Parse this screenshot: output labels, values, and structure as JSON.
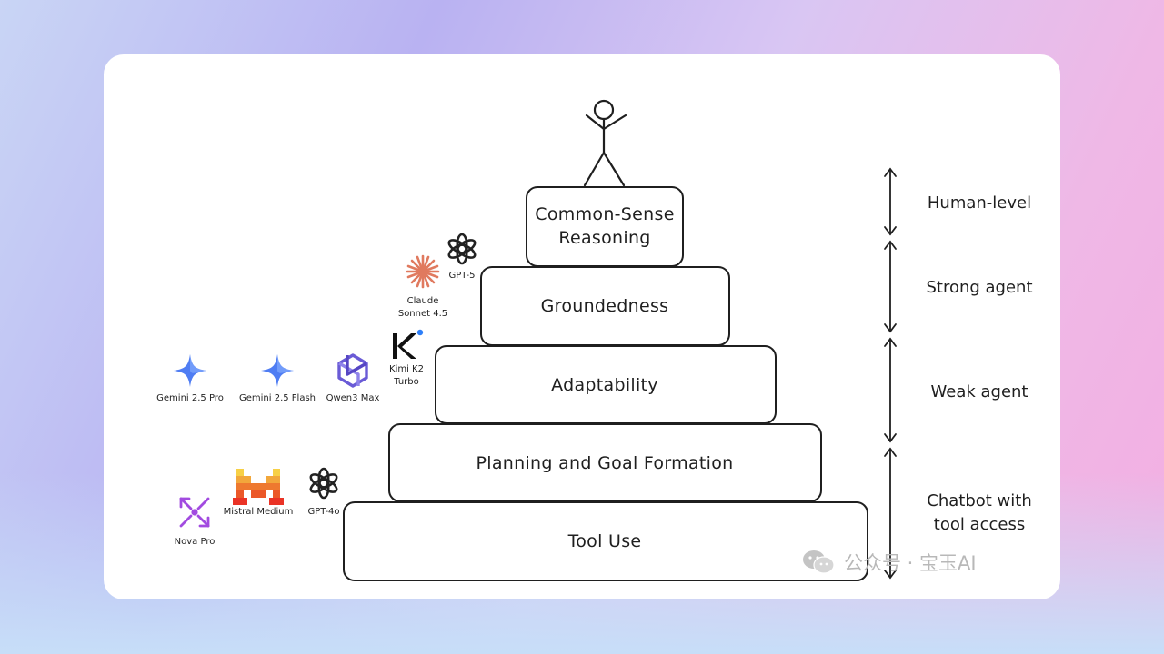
{
  "tiers": [
    {
      "lines": [
        "Common-Sense",
        "Reasoning"
      ]
    },
    {
      "lines": [
        "Groundedness"
      ]
    },
    {
      "lines": [
        "Adaptability"
      ]
    },
    {
      "lines": [
        "Planning and Goal Formation"
      ]
    },
    {
      "lines": [
        "Tool Use"
      ]
    }
  ],
  "levels": [
    {
      "lines": [
        "Human-level"
      ]
    },
    {
      "lines": [
        "Strong agent"
      ]
    },
    {
      "lines": [
        "Weak agent"
      ]
    },
    {
      "lines": [
        "Chatbot with",
        "tool access"
      ]
    }
  ],
  "models": [
    {
      "icon": "openai-icon",
      "caption": [
        "GPT-5"
      ],
      "color": "#222222"
    },
    {
      "icon": "claude-icon",
      "caption": [
        "Claude",
        "Sonnet 4.5"
      ],
      "color": "#e07a5f"
    },
    {
      "icon": "kimi-icon",
      "caption": [
        "Kimi K2",
        "Turbo"
      ],
      "color": "#111111"
    },
    {
      "icon": "qwen-icon",
      "caption": [
        "Qwen3 Max"
      ],
      "color": "#6a5bd6"
    },
    {
      "icon": "gemini-icon",
      "caption": [
        "Gemini 2.5 Flash"
      ],
      "color": "#4f7df3"
    },
    {
      "icon": "gemini-icon",
      "caption": [
        "Gemini 2.5 Pro"
      ],
      "color": "#4f7df3"
    },
    {
      "icon": "openai-icon",
      "caption": [
        "GPT-4o"
      ],
      "color": "#222222"
    },
    {
      "icon": "mistral-icon",
      "caption": [
        "Mistral Medium"
      ],
      "color": "#f25a1d"
    },
    {
      "icon": "nova-icon",
      "caption": [
        "Nova Pro"
      ],
      "color": "#a24be0"
    }
  ],
  "watermark": {
    "text": "公众号 · 宝玉AI"
  }
}
